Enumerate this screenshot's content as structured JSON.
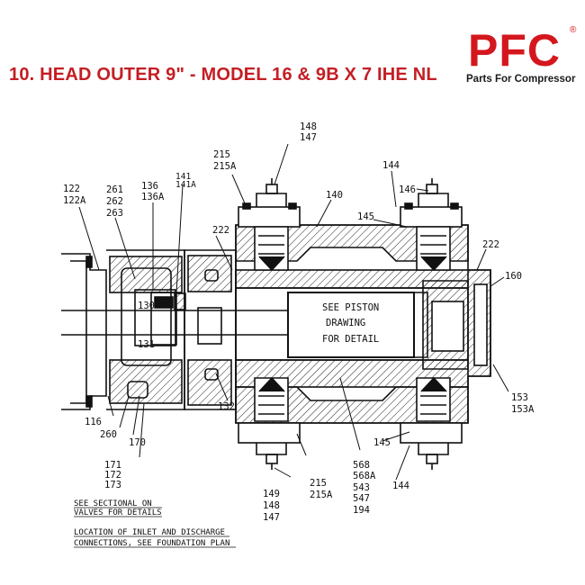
{
  "header": {
    "title": "10. HEAD OUTER 9\" - MODEL 16 & 9B X 7 IHE NL",
    "logo_letters": "PFC",
    "logo_reg": "®",
    "logo_tagline": "Parts For Compressor"
  },
  "colors": {
    "brand_red": "#d4171e",
    "title_red": "#c41e24",
    "ink": "#111111"
  },
  "callouts": {
    "c148": "148",
    "c147": "147",
    "c215": "215",
    "c215a": "215A",
    "c144": "144",
    "c146": "146",
    "c140": "140",
    "c145": "145",
    "c122": "122",
    "c122a": "122A",
    "c261": "261",
    "c262": "262",
    "c263": "263",
    "c136": "136",
    "c136a": "136A",
    "c141": "141",
    "c141a": "141A",
    "c222l": "222",
    "c222r": "222",
    "c160": "160",
    "c130": "130",
    "c131": "131",
    "c116": "116",
    "c260": "260",
    "c170": "170",
    "c132": "132",
    "c153": "153",
    "c153a": "153A",
    "c171": "171",
    "c172": "172",
    "c173": "173",
    "c149": "149",
    "c148b": "148",
    "c147b": "147",
    "c215b": "215",
    "c215ab": "215A",
    "c568": "568",
    "c568a": "568A",
    "c543": "543",
    "c547": "547",
    "c194": "194",
    "c145b": "145",
    "c144b": "144"
  },
  "center_note": [
    "SEE PISTON",
    "DRAWING",
    "FOR DETAIL"
  ],
  "notes": {
    "n1_line1": "SEE SECTIONAL ON",
    "n1_line2": "VALVES FOR DETAILS",
    "n2_line1": "LOCATION OF INLET AND DISCHARGE",
    "n2_line2": "CONNECTIONS, SEE FOUNDATION PLAN"
  }
}
